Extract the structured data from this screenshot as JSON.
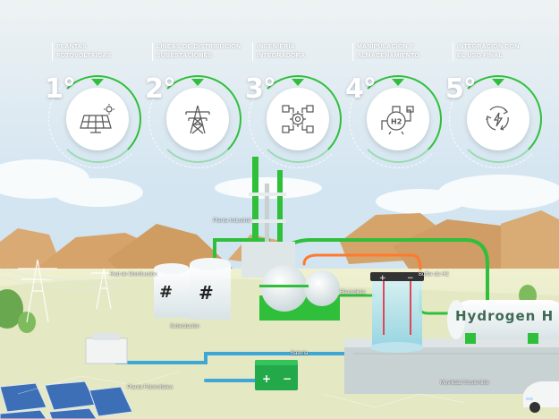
{
  "steps": [
    {
      "number": "1°",
      "title_line1": "PLANTAS",
      "title_line2": "FOTOVOLTAICAS",
      "icon": "solar-panel-icon"
    },
    {
      "number": "2°",
      "title_line1": "LÍNEAS DE DISTRIBUCIÓN",
      "title_line2": "SUBESTACIONES",
      "icon": "transmission-tower-icon"
    },
    {
      "number": "3°",
      "title_line1": "INGENIERÍA",
      "title_line2": "INTEGRADORA",
      "icon": "engineering-gears-icon"
    },
    {
      "number": "4°",
      "title_line1": "MANIPULACIÓN Y",
      "title_line2": "ALMACENAMIENTO",
      "icon": "h2-storage-icon"
    },
    {
      "number": "5°",
      "title_line1": "INTEGRACIÓN CON",
      "title_line2": "EL USO FINAL",
      "icon": "recycle-energy-icon"
    }
  ],
  "scene_labels": {
    "planta_industrial": "Planta Industrial",
    "red_distribucion": "Red de Distribución",
    "subestacion": "Subestación",
    "electrolisis": "Electrólisis",
    "buffer_h2": "Buffer de H2",
    "bateria": "Batería",
    "planta_fotovoltaica": "Planta Fotovoltaica",
    "movilidad_sostenible": "Movilidad Sostenible"
  },
  "tank_text": "Hydrogen H",
  "colors": {
    "accent_green": "#2fbf3b",
    "sky": "#d6e7f2",
    "ground": "#e8ebc6",
    "sand": "#d9b07a"
  }
}
